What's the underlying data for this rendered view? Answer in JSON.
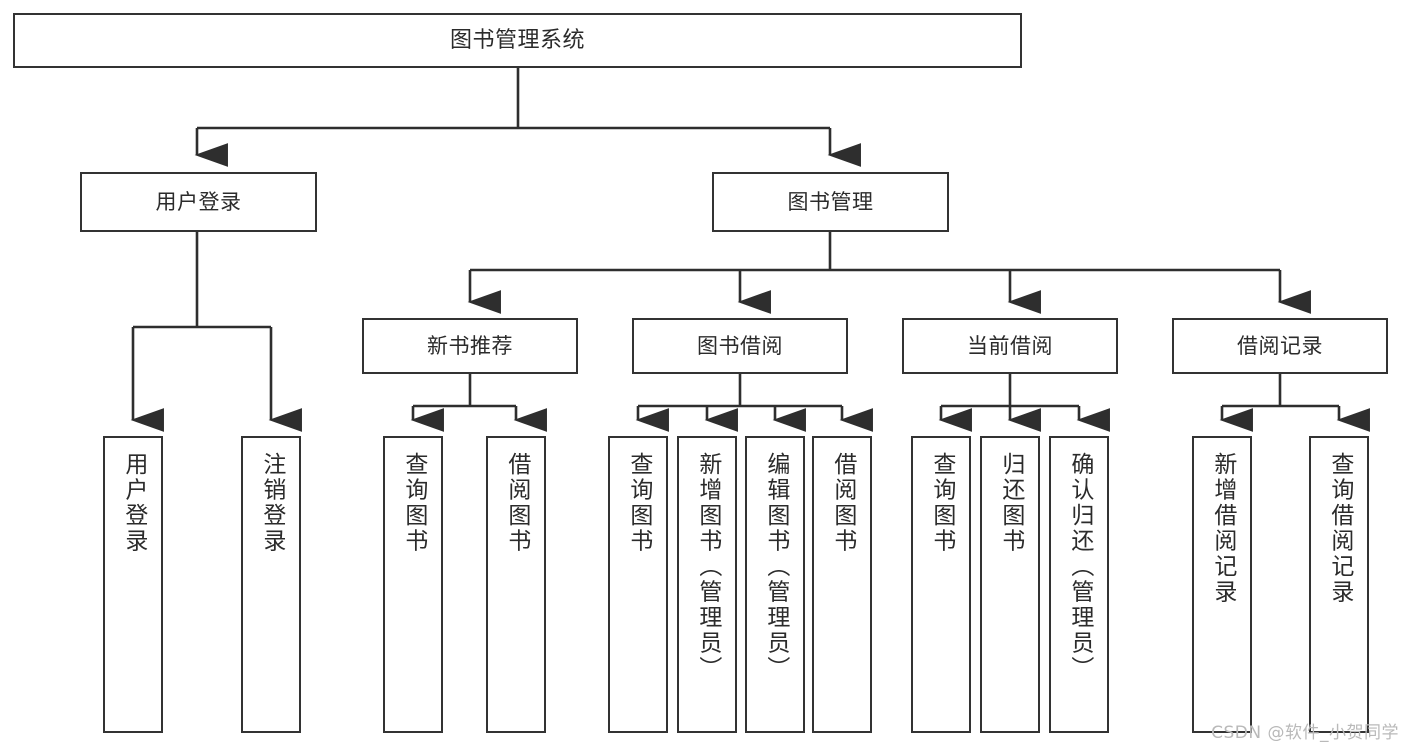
{
  "diagram": {
    "type": "tree-hierarchy",
    "title": "图书管理系统",
    "watermark": "CSDN @软件_小贺同学",
    "colors": {
      "background": "#ffffff",
      "stroke": "#333333",
      "text": "#2b2b2b",
      "watermark": "#b9b9b9"
    },
    "levels": {
      "root": {
        "label": "图书管理系统"
      },
      "level2": [
        {
          "label": "用户登录"
        },
        {
          "label": "图书管理"
        }
      ],
      "level3": [
        {
          "label": "新书推荐"
        },
        {
          "label": "图书借阅"
        },
        {
          "label": "当前借阅"
        },
        {
          "label": "借阅记录"
        }
      ],
      "leaves": {
        "user_login": [
          {
            "label": "用户登录"
          },
          {
            "label": "注销登录"
          }
        ],
        "new_book_recommend": [
          {
            "label": "查询图书"
          },
          {
            "label": "借阅图书"
          }
        ],
        "book_borrow": [
          {
            "label": "查询图书"
          },
          {
            "label": "新增图书（管理员）"
          },
          {
            "label": "编辑图书（管理员）"
          },
          {
            "label": "借阅图书"
          }
        ],
        "current_borrow": [
          {
            "label": "查询图书"
          },
          {
            "label": "归还图书"
          },
          {
            "label": "确认归还（管理员）"
          }
        ],
        "borrow_record": [
          {
            "label": "新增借阅记录"
          },
          {
            "label": "查询借阅记录"
          }
        ]
      }
    }
  }
}
